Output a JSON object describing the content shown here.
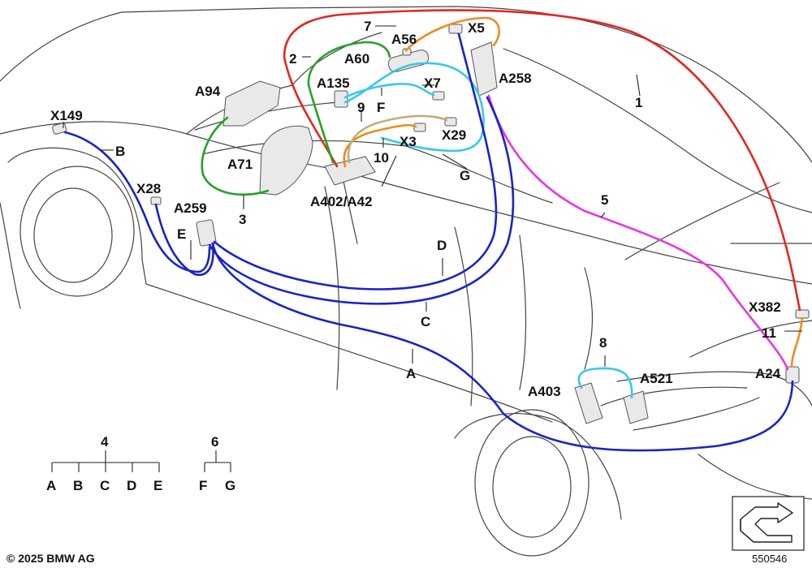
{
  "labels": {
    "l1": "1",
    "l2": "2",
    "l3": "3",
    "l4": "4",
    "l5": "5",
    "l6": "6",
    "l7": "7",
    "l8": "8",
    "l9": "9",
    "l10": "10",
    "l11": "11",
    "A": "A",
    "B": "B",
    "C": "C",
    "D": "D",
    "E": "E",
    "F": "F",
    "G": "G",
    "X149": "X149",
    "X28": "X28",
    "X5": "X5",
    "X7": "X7",
    "X29": "X29",
    "X3": "X3",
    "X382": "X382",
    "A94": "A94",
    "A71": "A71",
    "A259": "A259",
    "A56": "A56",
    "A60": "A60",
    "A135": "A135",
    "A258": "A258",
    "A402": "A402/A42",
    "A403": "A403",
    "A521": "A521",
    "A24": "A24"
  },
  "legend4": {
    "title": "4",
    "items": [
      "A",
      "B",
      "C",
      "D",
      "E"
    ]
  },
  "legend6": {
    "title": "6",
    "items": [
      "F",
      "G"
    ]
  },
  "copyright": "© 2025 BMW AG",
  "reference_number": "550546",
  "colors": {
    "wire_1": "#e52521",
    "wire_2_3": "#22a325",
    "wire_5": "#e838e0",
    "wire_7_10_11": "#f08a1c",
    "wire_8_F": "#38c8e8",
    "wire_9": "#bfae7a",
    "wire_blue": "#1a22c8"
  }
}
